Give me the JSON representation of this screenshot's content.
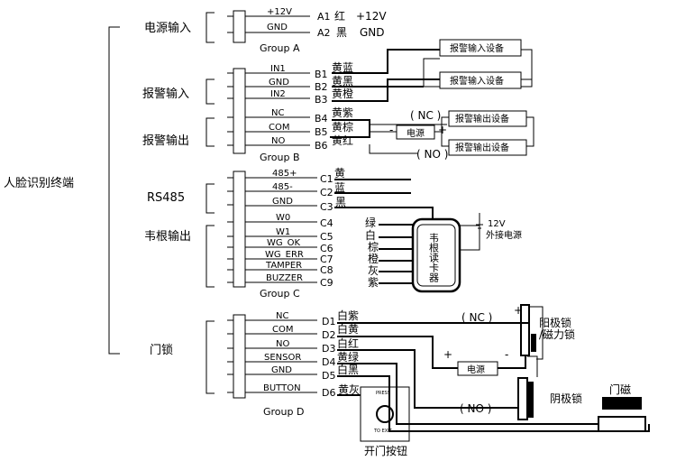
{
  "main_title": "人脸识别终端",
  "sections": {
    "power_in": "电源输入",
    "alarm_in": "报警输入",
    "alarm_out": "报警输出",
    "rs485": "RS485",
    "wiegand_out": "韦根输出",
    "door_lock": "门锁"
  },
  "groups": {
    "a": "Group A",
    "b": "Group B",
    "c": "Group C",
    "d": "Group D"
  },
  "group_a": {
    "pins": [
      "+12V",
      "GND"
    ],
    "codes": [
      "A1",
      "A2"
    ],
    "colors": [
      "红",
      "黑"
    ],
    "notes": [
      "+12V",
      "GND"
    ]
  },
  "group_b": {
    "pins": [
      "IN1",
      "GND",
      "IN2",
      "NC",
      "COM",
      "NO"
    ],
    "codes": [
      "B1",
      "B2",
      "B3",
      "B4",
      "B5",
      "B6"
    ],
    "colors": [
      "黄蓝",
      "黄黑",
      "黄橙",
      "黄紫",
      "黄棕",
      "黄红"
    ]
  },
  "group_c": {
    "pins": [
      "485+",
      "485-",
      "GND",
      "W0",
      "W1",
      "WG_OK",
      "WG_ERR",
      "TAMPER",
      "BUZZER"
    ],
    "codes": [
      "C1",
      "C2",
      "C3",
      "C4",
      "C5",
      "C6",
      "C7",
      "C8",
      "C9"
    ],
    "colors": [
      "黄",
      "蓝",
      "黑",
      "绿",
      "白",
      "棕",
      "橙",
      "灰",
      "紫"
    ]
  },
  "group_d": {
    "pins": [
      "NC",
      "COM",
      "NO",
      "SENSOR",
      "GND",
      "BUTTON"
    ],
    "codes": [
      "D1",
      "D2",
      "D3",
      "D4",
      "D5",
      "D6"
    ],
    "colors": [
      "白紫",
      "白黄",
      "白红",
      "黄绿",
      "白黑",
      "黄灰"
    ]
  },
  "boxes": {
    "alarm_in_device_1": "报警输入设备",
    "alarm_in_device_2": "报警输入设备",
    "alarm_out_device_1": "报警输出设备",
    "alarm_out_device_2": "报警输出设备",
    "power_b": "电源",
    "power_d": "电源"
  },
  "labels": {
    "nc_b": "( NC )",
    "no_b": "( NO )",
    "nc_d": "( NC )",
    "no_d": "( NO )",
    "plus": "+",
    "minus": "-",
    "wiegand_reader": "韦根读卡器",
    "ext_power_v": "12V",
    "ext_power": "外接电源",
    "anode_lock_1": "阳极锁",
    "anode_lock_2": "/磁力锁",
    "cathode_lock": "阴极锁",
    "door_magnet": "门磁",
    "exit_button": "开门按钮",
    "button_press": "PRESS",
    "button_exit": "TO EXIT"
  }
}
